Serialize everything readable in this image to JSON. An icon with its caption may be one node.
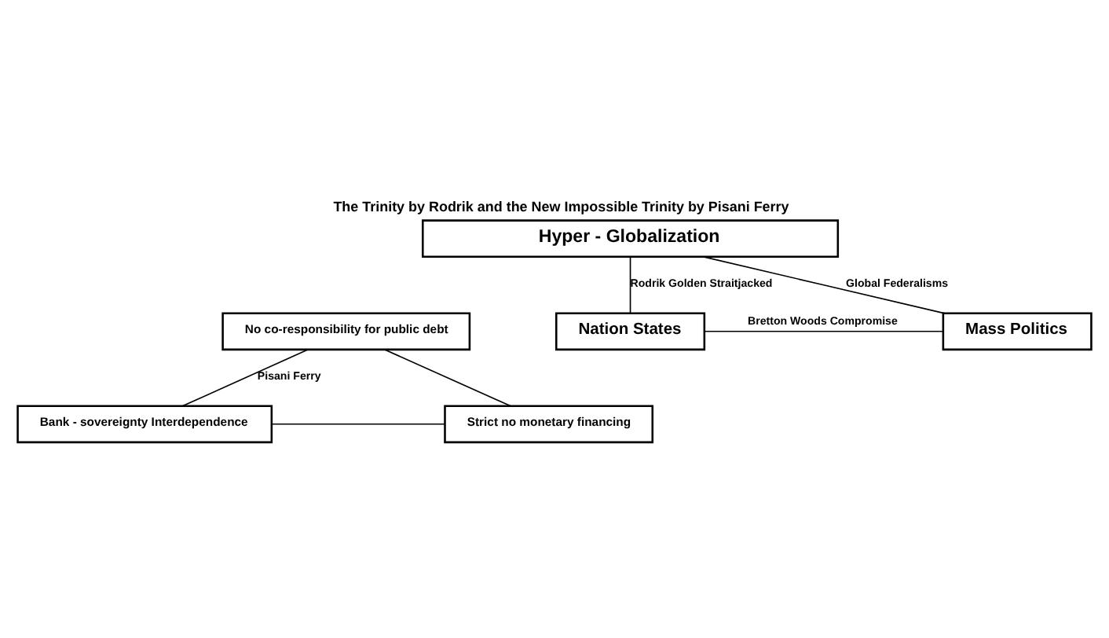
{
  "diagram": {
    "title": "The Trinity by Rodrik and the New Impossible Trinity by Pisani Ferry",
    "nodes": [
      {
        "text": [
          "Hyper - Globalization"
        ]
      },
      {
        "text": [
          "No co-responsibility for public debt"
        ]
      },
      {
        "text": [
          "Bank - sovereignty Interdependence"
        ]
      },
      {
        "text": [
          "Strict no monetary financing"
        ]
      },
      {
        "text": [
          "Nation States"
        ]
      },
      {
        "text": [
          "Mass Politics"
        ]
      }
    ],
    "edges": [
      {
        "from": 0,
        "to": 4,
        "arrow": "none",
        "label": "Rodrik Golden Straitjacked"
      },
      {
        "from": 0,
        "to": 5,
        "arrow": "none",
        "label": "Global Federalisms"
      },
      {
        "from": 4,
        "to": 5,
        "arrow": "none",
        "label": "Bretton Woods Compromise"
      },
      {
        "from": 1,
        "to": 2,
        "arrow": "none",
        "label": "Pisani Ferry"
      },
      {
        "from": 1,
        "to": 3,
        "arrow": "none"
      },
      {
        "from": 2,
        "to": 3,
        "arrow": "none"
      }
    ]
  }
}
